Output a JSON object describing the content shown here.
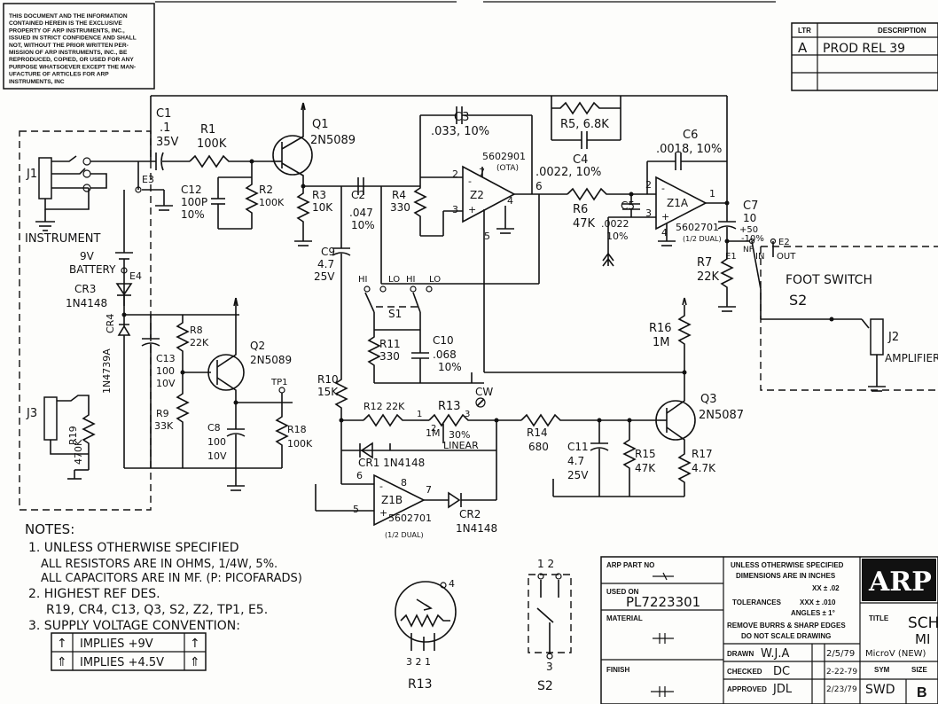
{
  "copyright_notice": [
    "THIS DOCUMENT AND THE INFORMATION",
    "CONTAINED HEREIN IS THE EXCLUSIVE",
    "PROPERTY OF ARP INSTRUMENTS, INC.,",
    "ISSUED IN STRICT CONFIDENCE AND SHALL",
    "NOT, WITHOUT THE PRIOR WRITTEN PER-",
    "MISSION OF ARP INSTRUMENTS, INC., BE",
    "REPRODUCED, COPIED, OR USED FOR ANY",
    "PURPOSE WHATSOEVER EXCEPT THE MAN-",
    "UFACTURE OF ARTICLES FOR ARP",
    "INSTRUMENTS, INC"
  ],
  "revision": {
    "ltr_header": "LTR",
    "desc_header": "DESCRIPTION",
    "ltr": "A",
    "desc": "PROD REL 39"
  },
  "components": {
    "c1": [
      "C1",
      ".1",
      "35V"
    ],
    "r1": [
      "R1",
      "100K"
    ],
    "q1": [
      "Q1",
      "2N5089"
    ],
    "c12": [
      "C12",
      "100P",
      "10%"
    ],
    "r2": [
      "R2",
      "100K"
    ],
    "r3": [
      "R3",
      "10K"
    ],
    "c2": [
      "C2",
      ".047",
      "10%"
    ],
    "r4": [
      "R4",
      "330"
    ],
    "c3": [
      "C3",
      ".033, 10%"
    ],
    "r5": "R5, 6.8K",
    "c4": [
      "C4",
      ".0022, 10%"
    ],
    "c6": [
      "C6",
      ".0018, 10%"
    ],
    "z2": "Z2",
    "z2_part": "5602901",
    "z2_type": "(OTA)",
    "z1a": "Z1A",
    "z1a_part": "5602701",
    "z1a_half": "(1/2 DUAL)",
    "r6": [
      "R6",
      "47K"
    ],
    "c5": [
      "C5",
      ".0022",
      "10%"
    ],
    "c7": [
      "C7",
      "10",
      "+50",
      "-10%"
    ],
    "r7": [
      "R7",
      "22K"
    ],
    "c9": [
      "C9",
      "4.7",
      "25V"
    ],
    "battery": [
      "9V",
      "BATTERY"
    ],
    "cr3": [
      "CR3",
      "1N4148"
    ],
    "cr4": "CR4",
    "cr4_part": "1N4739A",
    "c13": [
      "C13",
      "100",
      "10V"
    ],
    "r8": [
      "R8",
      "22K"
    ],
    "q2": [
      "Q2",
      "2N5089"
    ],
    "tp1": "TP1",
    "r9": [
      "R9",
      "33K"
    ],
    "c8": [
      "C8",
      "100",
      "10V"
    ],
    "r18": [
      "R18",
      "100K"
    ],
    "r10": [
      "R10",
      "15K"
    ],
    "r11": [
      "R11",
      "330"
    ],
    "c10": [
      "C10",
      ".068",
      "10%"
    ],
    "s1": "S1",
    "r16": [
      "R16",
      "1M"
    ],
    "q3": [
      "Q3",
      "2N5087"
    ],
    "r12": "R12 22K",
    "r13": "R13",
    "r13_spec": [
      "1M",
      "30%",
      "LINEAR"
    ],
    "cw": "CW",
    "r14": [
      "R14",
      "680"
    ],
    "c11": [
      "C11",
      "4.7",
      "25V"
    ],
    "r15": [
      "R15",
      "47K"
    ],
    "r17": [
      "R17",
      "4.7K"
    ],
    "cr1": "CR1 1N4148",
    "z1b": "Z1B",
    "z1b_part": "5602701",
    "z1b_half": "(1/2 DUAL)",
    "cr2": [
      "CR2",
      "1N4148"
    ],
    "r19": [
      "R19",
      "470K"
    ],
    "j1": "J1",
    "j2": "J2",
    "j3": "J3",
    "e1": "E1",
    "e2": "E2",
    "e3": "E3",
    "e4": "E4",
    "s2": "S2",
    "instrument": "INSTRUMENT",
    "amplifier": "AMPLIFIER",
    "footswitch": "FOOT SWITCH",
    "nf": "NF",
    "in": "IN",
    "out": "OUT",
    "hi": "HI",
    "lo": "LO"
  },
  "notes": {
    "title": "NOTES:",
    "line1": "1. UNLESS OTHERWISE SPECIFIED",
    "line1a": "ALL RESISTORS ARE IN OHMS, 1/4W, 5%.",
    "line1b": "ALL CAPACITORS ARE IN MF. (P: PICOFARADS)",
    "line2": "2. HIGHEST REF DES.",
    "line2a": "R19, CR4, C13, Q3, S2, Z2, TP1, E5.",
    "line3": "3. SUPPLY VOLTAGE CONVENTION:",
    "supply": [
      {
        "sym": "↑",
        "text": "IMPLIES +9V"
      },
      {
        "sym": "⇑",
        "text": "IMPLIES +4.5V"
      }
    ]
  },
  "detail_labels": {
    "r13": "R13",
    "r13_pins": "3 2 1",
    "r13_pin4": "4",
    "s2": "S2",
    "s2_top_pins": "1 2",
    "s2_bottom_pin": "3"
  },
  "title_block": {
    "arp_part_no": "ARP PART NO",
    "used_on": "USED ON",
    "used_on_value": "PL7223301",
    "material": "MATERIAL",
    "finish": "FINISH",
    "unless": "UNLESS OTHERWISE SPECIFIED",
    "dims": "DIMENSIONS ARE IN INCHES",
    "tol_xx": "XX ± .02",
    "tolerances": "TOLERANCES",
    "tol_xxx": "XXX ± .010",
    "angles": "ANGLES ± 1°",
    "burrs": "REMOVE BURRS & SHARP EDGES",
    "noscale": "DO NOT SCALE DRAWING",
    "drawn": "DRAWN",
    "drawn_by": "W.J.A",
    "drawn_date": "2/5/79",
    "checked": "CHECKED",
    "checked_by": "DC",
    "checked_date": "2-22-79",
    "approved": "APPROVED",
    "approved_by": "JDL",
    "approved_date": "2/23/79",
    "logo": "ARP",
    "title_label": "TITLE",
    "title_value": "SCH",
    "title_value2": "MI",
    "micro": "MicroV (NEW)",
    "sym": "SYM",
    "sym_value": "SWD",
    "size": "SIZE",
    "size_value": "B"
  }
}
